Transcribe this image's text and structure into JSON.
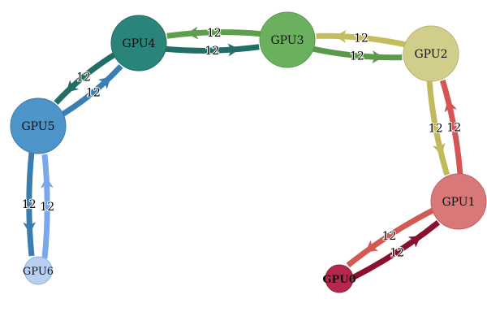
{
  "graph": {
    "title": "GPU interconnect topology",
    "nodes": [
      {
        "id": "GPU0",
        "label": "GPU0",
        "color": "#b5284e",
        "stroke": "#8a1f3c",
        "size": "small",
        "bold": true
      },
      {
        "id": "GPU1",
        "label": "GPU1",
        "color": "#d97878",
        "stroke": "#c06060",
        "size": "large"
      },
      {
        "id": "GPU2",
        "label": "GPU2",
        "color": "#d1cd8a",
        "stroke": "#b8b470",
        "size": "large"
      },
      {
        "id": "GPU3",
        "label": "GPU3",
        "color": "#6ab05e",
        "stroke": "#559a4a",
        "size": "large"
      },
      {
        "id": "GPU4",
        "label": "GPU4",
        "color": "#2a847a",
        "stroke": "#206a62",
        "size": "large"
      },
      {
        "id": "GPU5",
        "label": "GPU5",
        "color": "#4d94c8",
        "stroke": "#3b7aaa",
        "size": "large"
      },
      {
        "id": "GPU6",
        "label": "GPU6",
        "color": "#b7cff0",
        "stroke": "#93b0d8",
        "size": "small"
      }
    ],
    "edges": [
      {
        "from": "GPU0",
        "to": "GPU1",
        "label": "12",
        "color": "#8b1030"
      },
      {
        "from": "GPU1",
        "to": "GPU0",
        "label": "12",
        "color": "#d35a52"
      },
      {
        "from": "GPU1",
        "to": "GPU2",
        "label": "12",
        "color": "#d65454"
      },
      {
        "from": "GPU2",
        "to": "GPU1",
        "label": "12",
        "color": "#c1b95c"
      },
      {
        "from": "GPU2",
        "to": "GPU3",
        "label": "12",
        "color": "#c4bd5e"
      },
      {
        "from": "GPU3",
        "to": "GPU2",
        "label": "12",
        "color": "#5a9a4a"
      },
      {
        "from": "GPU3",
        "to": "GPU4",
        "label": "12",
        "color": "#5e9e4c"
      },
      {
        "from": "GPU4",
        "to": "GPU3",
        "label": "12",
        "color": "#216e66"
      },
      {
        "from": "GPU4",
        "to": "GPU5",
        "label": "12",
        "color": "#236e64"
      },
      {
        "from": "GPU5",
        "to": "GPU4",
        "label": "12",
        "color": "#3a7fb4"
      },
      {
        "from": "GPU5",
        "to": "GPU6",
        "label": "12",
        "color": "#3a7db0"
      },
      {
        "from": "GPU6",
        "to": "GPU5",
        "label": "12",
        "color": "#7aa8ea"
      }
    ]
  }
}
